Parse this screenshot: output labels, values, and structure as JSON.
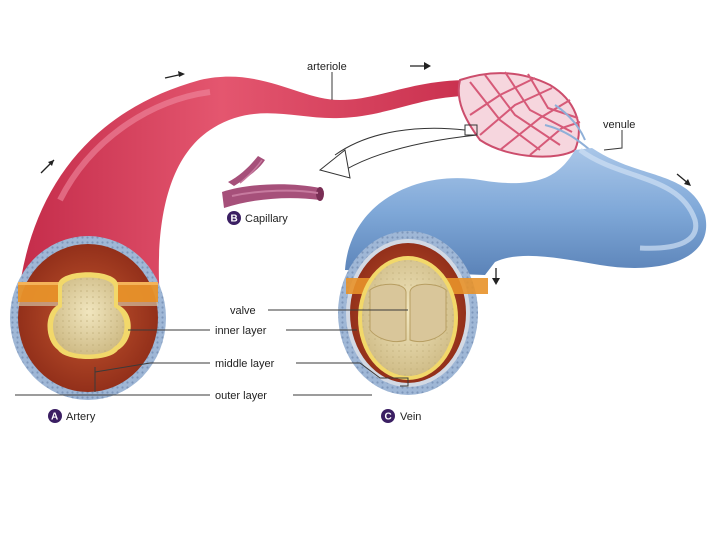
{
  "labels": {
    "arteriole": "arteriole",
    "venule": "venule",
    "capillary": "Capillary",
    "valve": "valve",
    "inner_layer": "inner layer",
    "middle_layer": "middle layer",
    "outer_layer": "outer layer",
    "artery": "Artery",
    "vein": "Vein"
  },
  "badges": {
    "artery": "A",
    "capillary": "B",
    "vein": "C"
  },
  "colors": {
    "artery": "#d8405c",
    "artery_dark": "#b82745",
    "vein": "#7fa8d8",
    "vein_dark": "#5b83b8",
    "muscle": "#a33a22",
    "orange_band": "#e8922a",
    "lumen": "#e8d9a8",
    "badge": "#3b1f63"
  }
}
